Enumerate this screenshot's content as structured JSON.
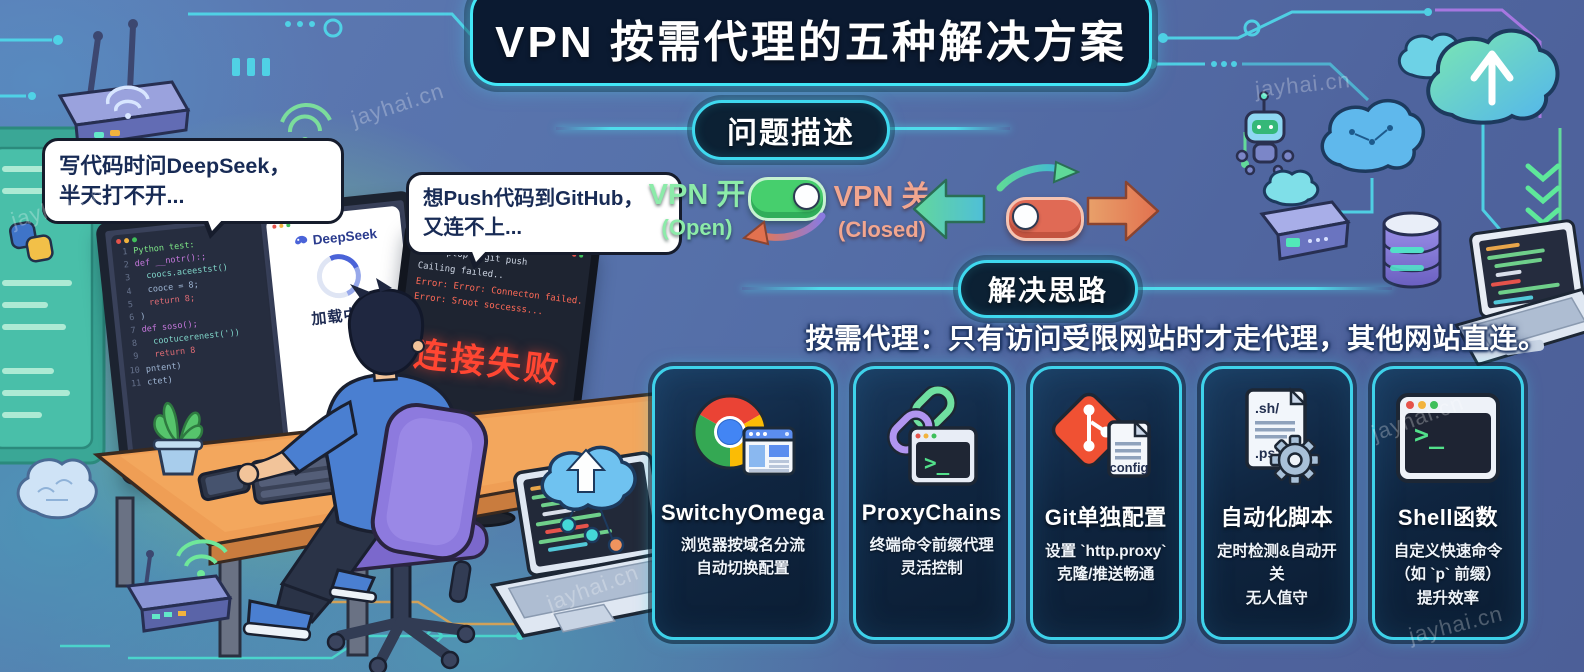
{
  "watermark": "jayhai.cn",
  "title": "VPN 按需代理的五种解决方案",
  "problem": {
    "badge": "问题描述",
    "bubble1_line1": "写代码时问DeepSeek，",
    "bubble1_line2": "半天打不开...",
    "bubble2_line1": "想Push代码到GitHub，",
    "bubble2_line2": "又连不上...",
    "vpn_on": "VPN 开",
    "vpn_on_sub": "(Open)",
    "vpn_off": "VPN 关",
    "vpn_off_sub": "(Closed)"
  },
  "monitors": {
    "line_numbers": "1\n2\n3\n4\n5\n6\n7\n8\n9\n10\n11",
    "editor_lines": [
      "Python test:",
      "def __notr():;",
      "  coocs.aceestst()",
      "  cooce = 8;",
      "  return 8;",
      ")",
      "def soso();",
      "  cootucerenest('))",
      "  return 8",
      "pntent)",
      "ctet)"
    ],
    "deepseek_brand": "DeepSeek",
    "loading_text": "加载中...",
    "terminal_lines": [
      "$ deoptop $ git push",
      "Cailing failed..",
      "Error: Error: Connecton failed.",
      "Error: Sroot soccesss..."
    ],
    "conn_failed": "连接失败"
  },
  "solution": {
    "badge": "解决思路",
    "description": "按需代理：只有访问受限网站时才走代理，其他网站直连。",
    "cards": [
      {
        "icon": "chrome-browser",
        "title": "SwitchyOmega",
        "desc_lines": [
          "浏览器按域名分流",
          "自动切换配置"
        ]
      },
      {
        "icon": "chain-terminal",
        "title": "ProxyChains",
        "prompt": ">_",
        "desc_lines": [
          "终端命令前缀代理",
          "灵活控制"
        ]
      },
      {
        "icon": "git-config",
        "title": "Git单独配置",
        "icon_label": "config",
        "desc_lines": [
          "设置 `http.proxy`",
          "克隆/推送畅通"
        ]
      },
      {
        "icon": "script-gear",
        "title": "自动化脚本",
        "icon_labels": [
          ".sh/",
          ".ps1"
        ],
        "desc_lines": [
          "定时检测&自动开关",
          "无人值守"
        ]
      },
      {
        "icon": "shell-terminal",
        "title": "Shell函数",
        "prompt": ">_",
        "desc_lines": [
          "自定义快速命令",
          "（如 `p` 前缀）",
          "提升效率"
        ]
      }
    ]
  }
}
